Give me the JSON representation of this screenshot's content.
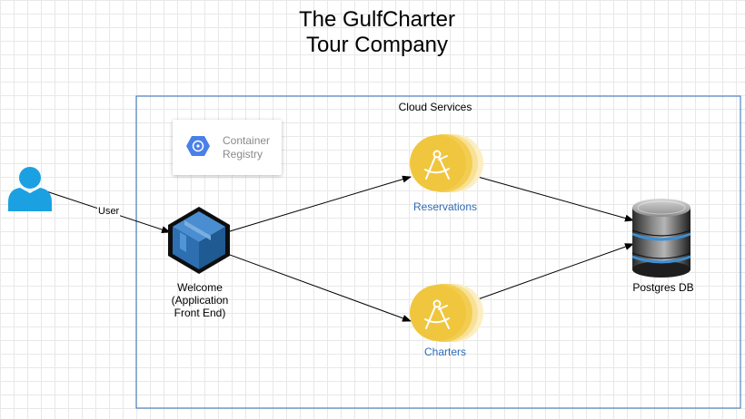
{
  "title": {
    "line1": "The GulfCharter",
    "line2": "Tour Company"
  },
  "boundary": {
    "label": "Cloud Services",
    "stroke_color": "#2f6bb6"
  },
  "container_registry": {
    "line1": "Container",
    "line2": "Registry",
    "icon": "container-registry-icon"
  },
  "user": {
    "icon": "user-icon",
    "color": "#1ba1e2"
  },
  "edges": {
    "user_label": "User"
  },
  "frontend": {
    "icon": "cube-icon",
    "line1": "Welcome",
    "line2": "(Application",
    "line3": "Front End)"
  },
  "services": [
    {
      "label": "Reservations",
      "icon": "compass-icon"
    },
    {
      "label": "Charters",
      "icon": "compass-icon"
    }
  ],
  "database": {
    "label": "Postgres DB",
    "icon": "database-icon"
  },
  "colors": {
    "service_yellow": "#f0c63e",
    "service_label_blue": "#2f6bb6",
    "cube_blue": "#2d6fb0",
    "db_accent": "#3b8fd6"
  }
}
